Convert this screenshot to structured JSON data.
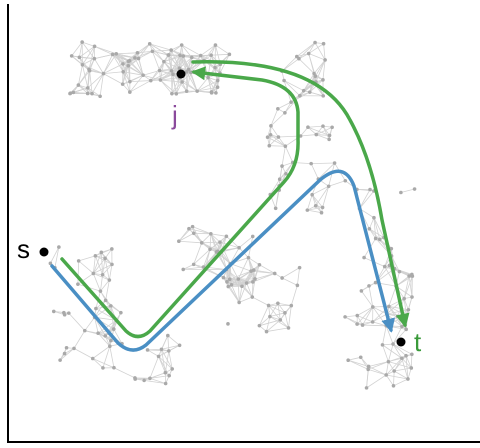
{
  "labels": {
    "source": "s",
    "intermediate": "j",
    "target": "t"
  },
  "colors": {
    "axis": "#000000",
    "graph_edge": "#d2d2d2",
    "graph_node": "#a9a9a9",
    "key_node": "#000000",
    "label_s": "#000000",
    "label_j": "#8b4a9c",
    "label_t": "#3a9a3a",
    "path_direct": "#4a8fc4",
    "path_via_j": "#4aa84a"
  },
  "paths": [
    {
      "name": "direct",
      "from": "s",
      "to": "t"
    },
    {
      "name": "via-j",
      "from": "s",
      "to": "t",
      "via": "j"
    }
  ]
}
